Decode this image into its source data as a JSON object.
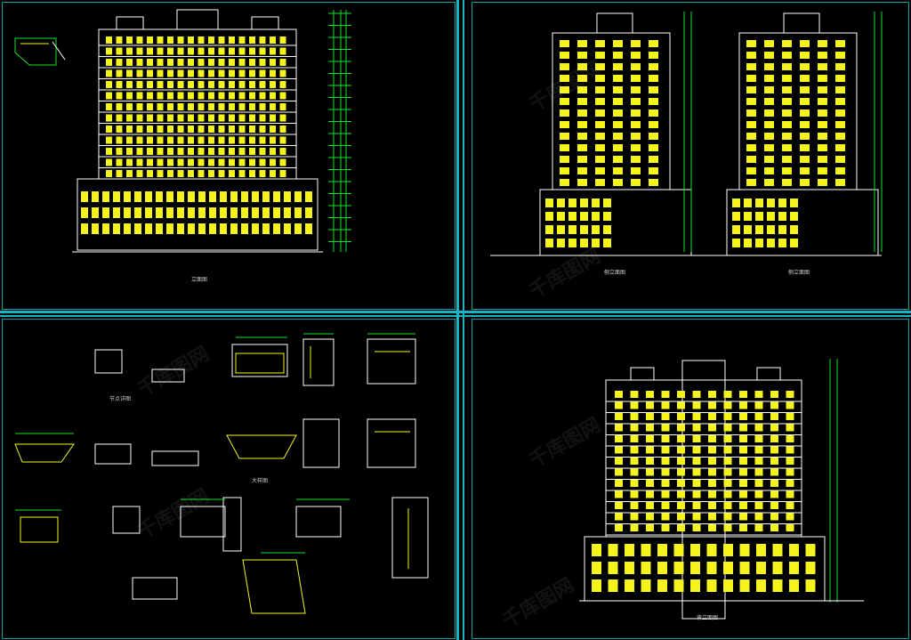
{
  "watermark": "千库图网",
  "colors": {
    "background": "#000000",
    "frame": "#16b5c4",
    "window": "#f5f31c",
    "line": "#ffffff",
    "dimension": "#17e02c"
  },
  "labels": {
    "front_elevation": "立面图",
    "side_elevation_a": "侧立面图",
    "side_elevation_b": "侧立面图",
    "back_elevation": "背立面图",
    "detail_a": "节点详图",
    "detail_b": "大样图"
  }
}
